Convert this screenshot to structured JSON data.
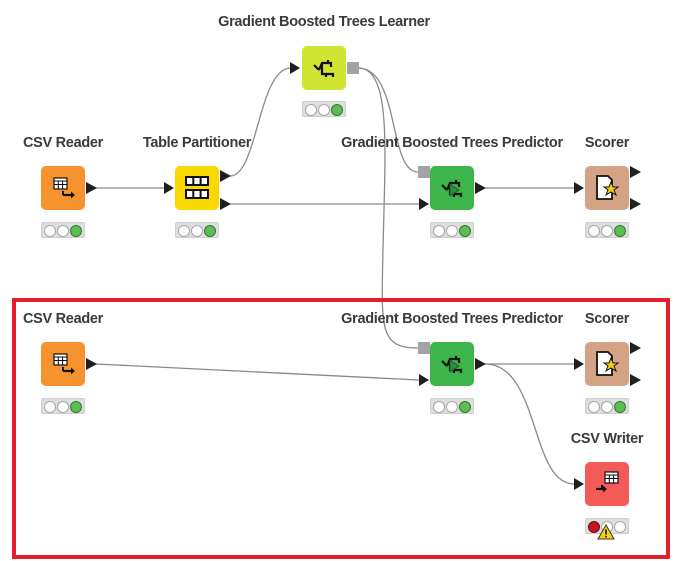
{
  "workflow": {
    "nodes": [
      {
        "id": "gbt-learner",
        "label": "Gradient Boosted Trees Learner",
        "type": "learner",
        "color": "#cfe532",
        "status": "executed"
      },
      {
        "id": "csv-reader-1",
        "label": "CSV Reader",
        "type": "reader",
        "color": "#f7932f",
        "status": "executed"
      },
      {
        "id": "table-partitioner",
        "label": "Table Partitioner",
        "type": "manipulator",
        "color": "#f9d800",
        "status": "executed"
      },
      {
        "id": "gbt-predictor-1",
        "label": "Gradient Boosted Trees Predictor",
        "type": "predictor",
        "color": "#3db54a",
        "status": "executed"
      },
      {
        "id": "scorer-1",
        "label": "Scorer",
        "type": "scorer",
        "color": "#d4a385",
        "status": "executed"
      },
      {
        "id": "csv-reader-2",
        "label": "CSV Reader",
        "type": "reader",
        "color": "#f7932f",
        "status": "executed"
      },
      {
        "id": "gbt-predictor-2",
        "label": "Gradient Boosted Trees Predictor",
        "type": "predictor",
        "color": "#3db54a",
        "status": "executed"
      },
      {
        "id": "scorer-2",
        "label": "Scorer",
        "type": "scorer",
        "color": "#d4a385",
        "status": "executed"
      },
      {
        "id": "csv-writer",
        "label": "CSV Writer",
        "type": "writer",
        "color": "#f45a58",
        "status": "error",
        "warning": true
      }
    ],
    "connections": [
      {
        "from": "csv-reader-1",
        "to": "table-partitioner"
      },
      {
        "from": "table-partitioner",
        "port": 1,
        "to": "gbt-learner"
      },
      {
        "from": "table-partitioner",
        "port": 2,
        "to": "gbt-predictor-1"
      },
      {
        "from": "gbt-learner",
        "to": "gbt-predictor-1",
        "kind": "model"
      },
      {
        "from": "gbt-learner",
        "to": "gbt-predictor-2",
        "kind": "model"
      },
      {
        "from": "gbt-predictor-1",
        "to": "scorer-1"
      },
      {
        "from": "csv-reader-2",
        "to": "gbt-predictor-2"
      },
      {
        "from": "gbt-predictor-2",
        "to": "scorer-2"
      },
      {
        "from": "gbt-predictor-2",
        "to": "csv-writer"
      }
    ],
    "highlight_color": "#e41e2b"
  }
}
